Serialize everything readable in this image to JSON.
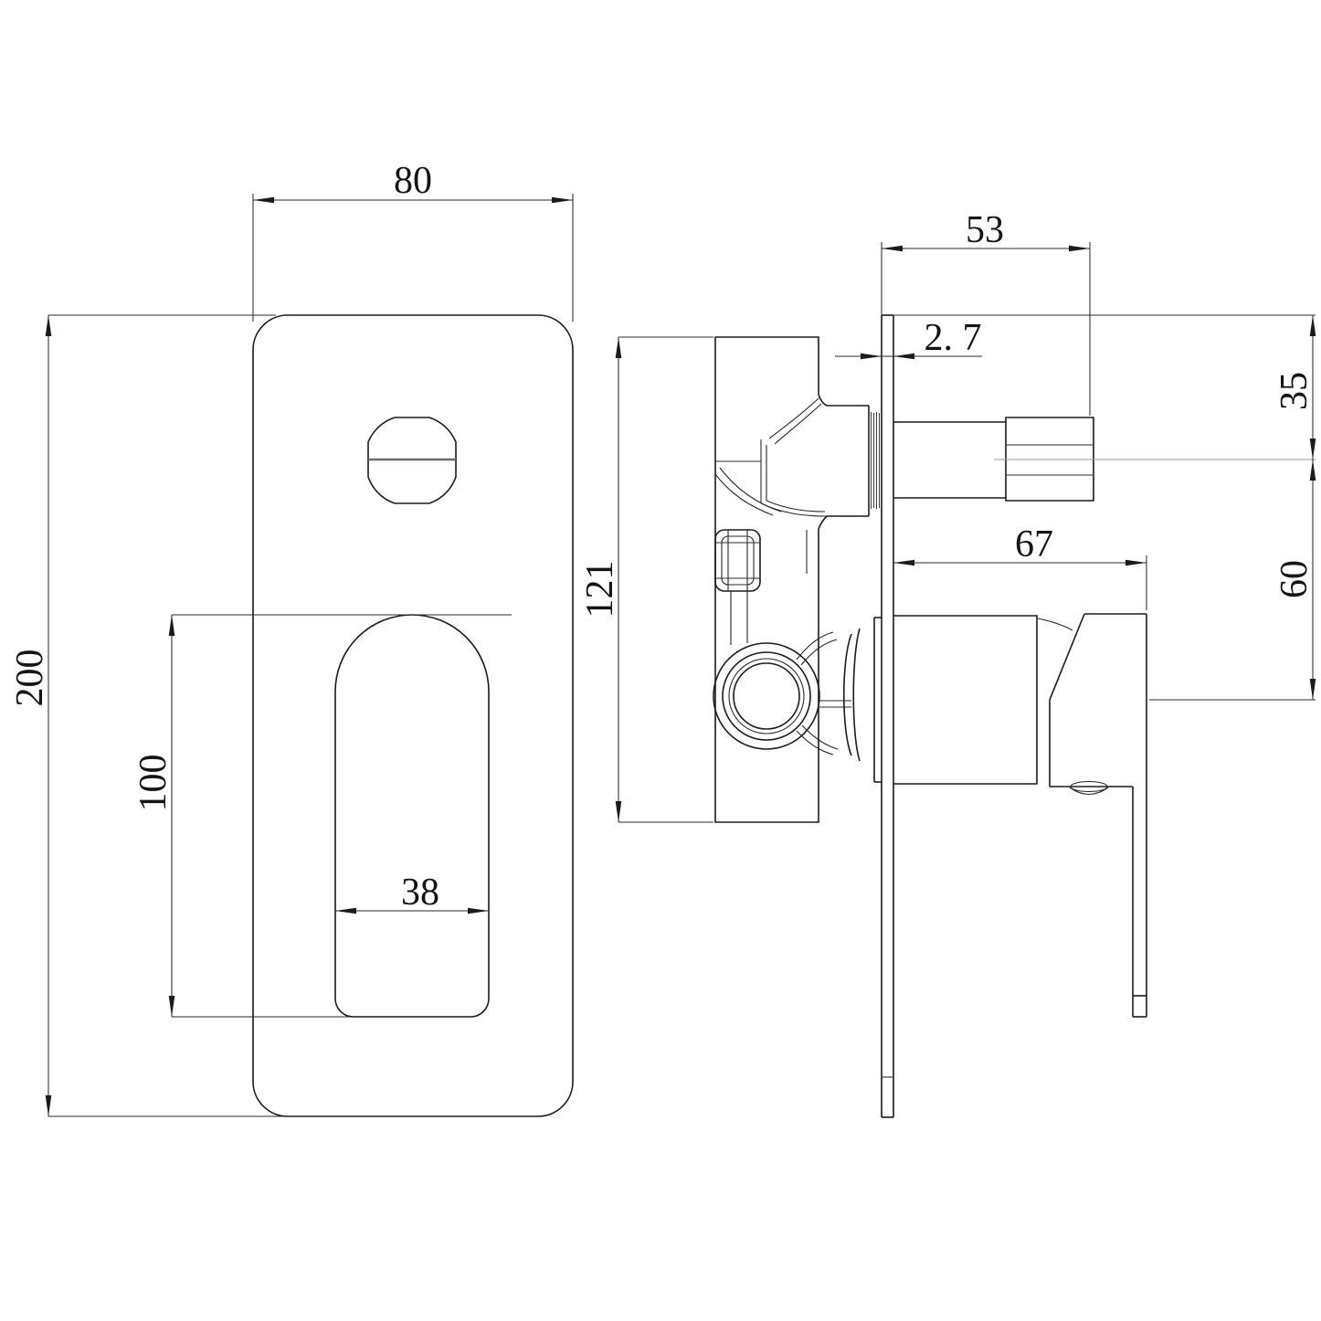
{
  "drawing": {
    "views": {
      "front": {
        "dimensions": {
          "width": "80",
          "height": "200",
          "handle_recess_height": "100",
          "handle_recess_width": "38"
        }
      },
      "side": {
        "dimensions": {
          "valve_depth": "53",
          "plate_thickness": "2. 7",
          "outlet_top_offset": "35",
          "outlet_to_handle_center": "60",
          "body_height": "121",
          "handle_projection": "67"
        }
      }
    },
    "colors": {
      "background": "#ffffff",
      "object_line": "#1b1b1b",
      "dimension_line": "#2b2b2b",
      "centerline": "#9a9a9a"
    }
  }
}
